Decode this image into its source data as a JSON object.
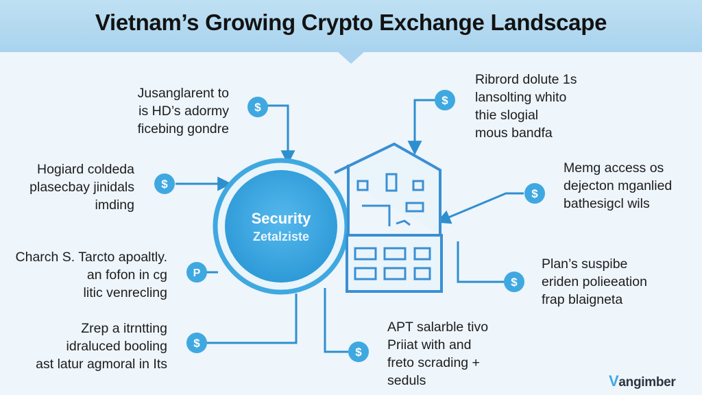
{
  "title": "Vietnam’s Growing Crypto Exchange Landscape",
  "center": {
    "line1": "Security",
    "line2": "Zetalziste"
  },
  "coin_symbol": "$",
  "coin_symbol_alt": "P",
  "labels": {
    "top_left": [
      "Jusanglarent to",
      "is HD’s adormy",
      "ficebing gondre"
    ],
    "mid_left": [
      "Hogiard coldeda",
      "plasecbay jinidals",
      "imding"
    ],
    "lower_left": [
      "Charch S. Tarcto apoaltly.",
      "an fofon in cg",
      "litic venrecling"
    ],
    "bottom_left": [
      "Zrep a itrntting",
      "idraluced booling",
      "ast latur agmoral in Its"
    ],
    "top_right": [
      "Ribrord dolute 1s",
      "lansolting whito",
      "thie slogial",
      "mous bandfa"
    ],
    "mid_right": [
      "Memg access os",
      "dejecton mganlied",
      "bathesigcl wils"
    ],
    "lower_right": [
      "Plan’s suspibe",
      "eriden polieeation",
      "frap blaigneta"
    ],
    "bottom_center": [
      "APT salarble tivo",
      "Priiat with and",
      "freto scrading +",
      "seduls"
    ]
  },
  "logo": {
    "mark": "V",
    "text": "angimber"
  },
  "colors": {
    "accent": "#3fa8e0",
    "line": "#2e8fcf",
    "building": "#3a8fd3",
    "banner": "#a9d3ee"
  }
}
